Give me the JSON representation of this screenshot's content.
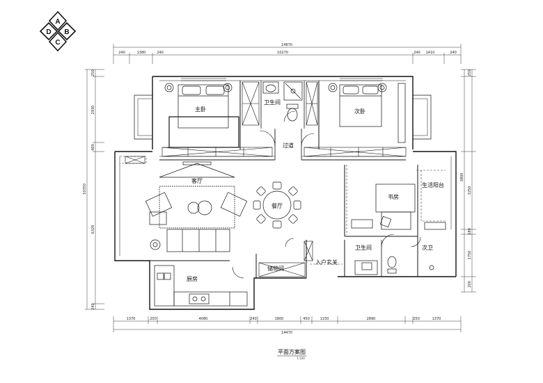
{
  "logo": {
    "letters": {
      "top": "A",
      "left": "D",
      "right": "B",
      "bottom": "C"
    }
  },
  "dims": {
    "top_total": "14870",
    "top_mid": "10270",
    "top_row": [
      "240",
      "1380",
      "240",
      "240",
      "1410",
      "240"
    ],
    "bottom_row": [
      "1370",
      "250",
      "4080",
      "240",
      "1800",
      "450",
      "1150",
      "2890",
      "250",
      "1370"
    ],
    "bottom_total": "14470",
    "left_total": "10350",
    "left_row": [
      "250",
      "2930",
      "400",
      "6320",
      "240"
    ],
    "right_row": [
      "250",
      "3800",
      "3250",
      "180",
      "1750",
      "200"
    ]
  },
  "rooms": {
    "master": "主卧",
    "second": "次卧",
    "bath": "卫生间",
    "hall": "过道",
    "living": "客厅",
    "dining": "餐厅",
    "study": "书房",
    "balcony": "生活阳台",
    "kitchen": "厨房",
    "storage": "储物间",
    "entry": "入户玄关",
    "guest_bath": "卫生间",
    "sub_bath": "次卫"
  },
  "caption": {
    "title": "平面方案图",
    "scale": "1:100"
  }
}
